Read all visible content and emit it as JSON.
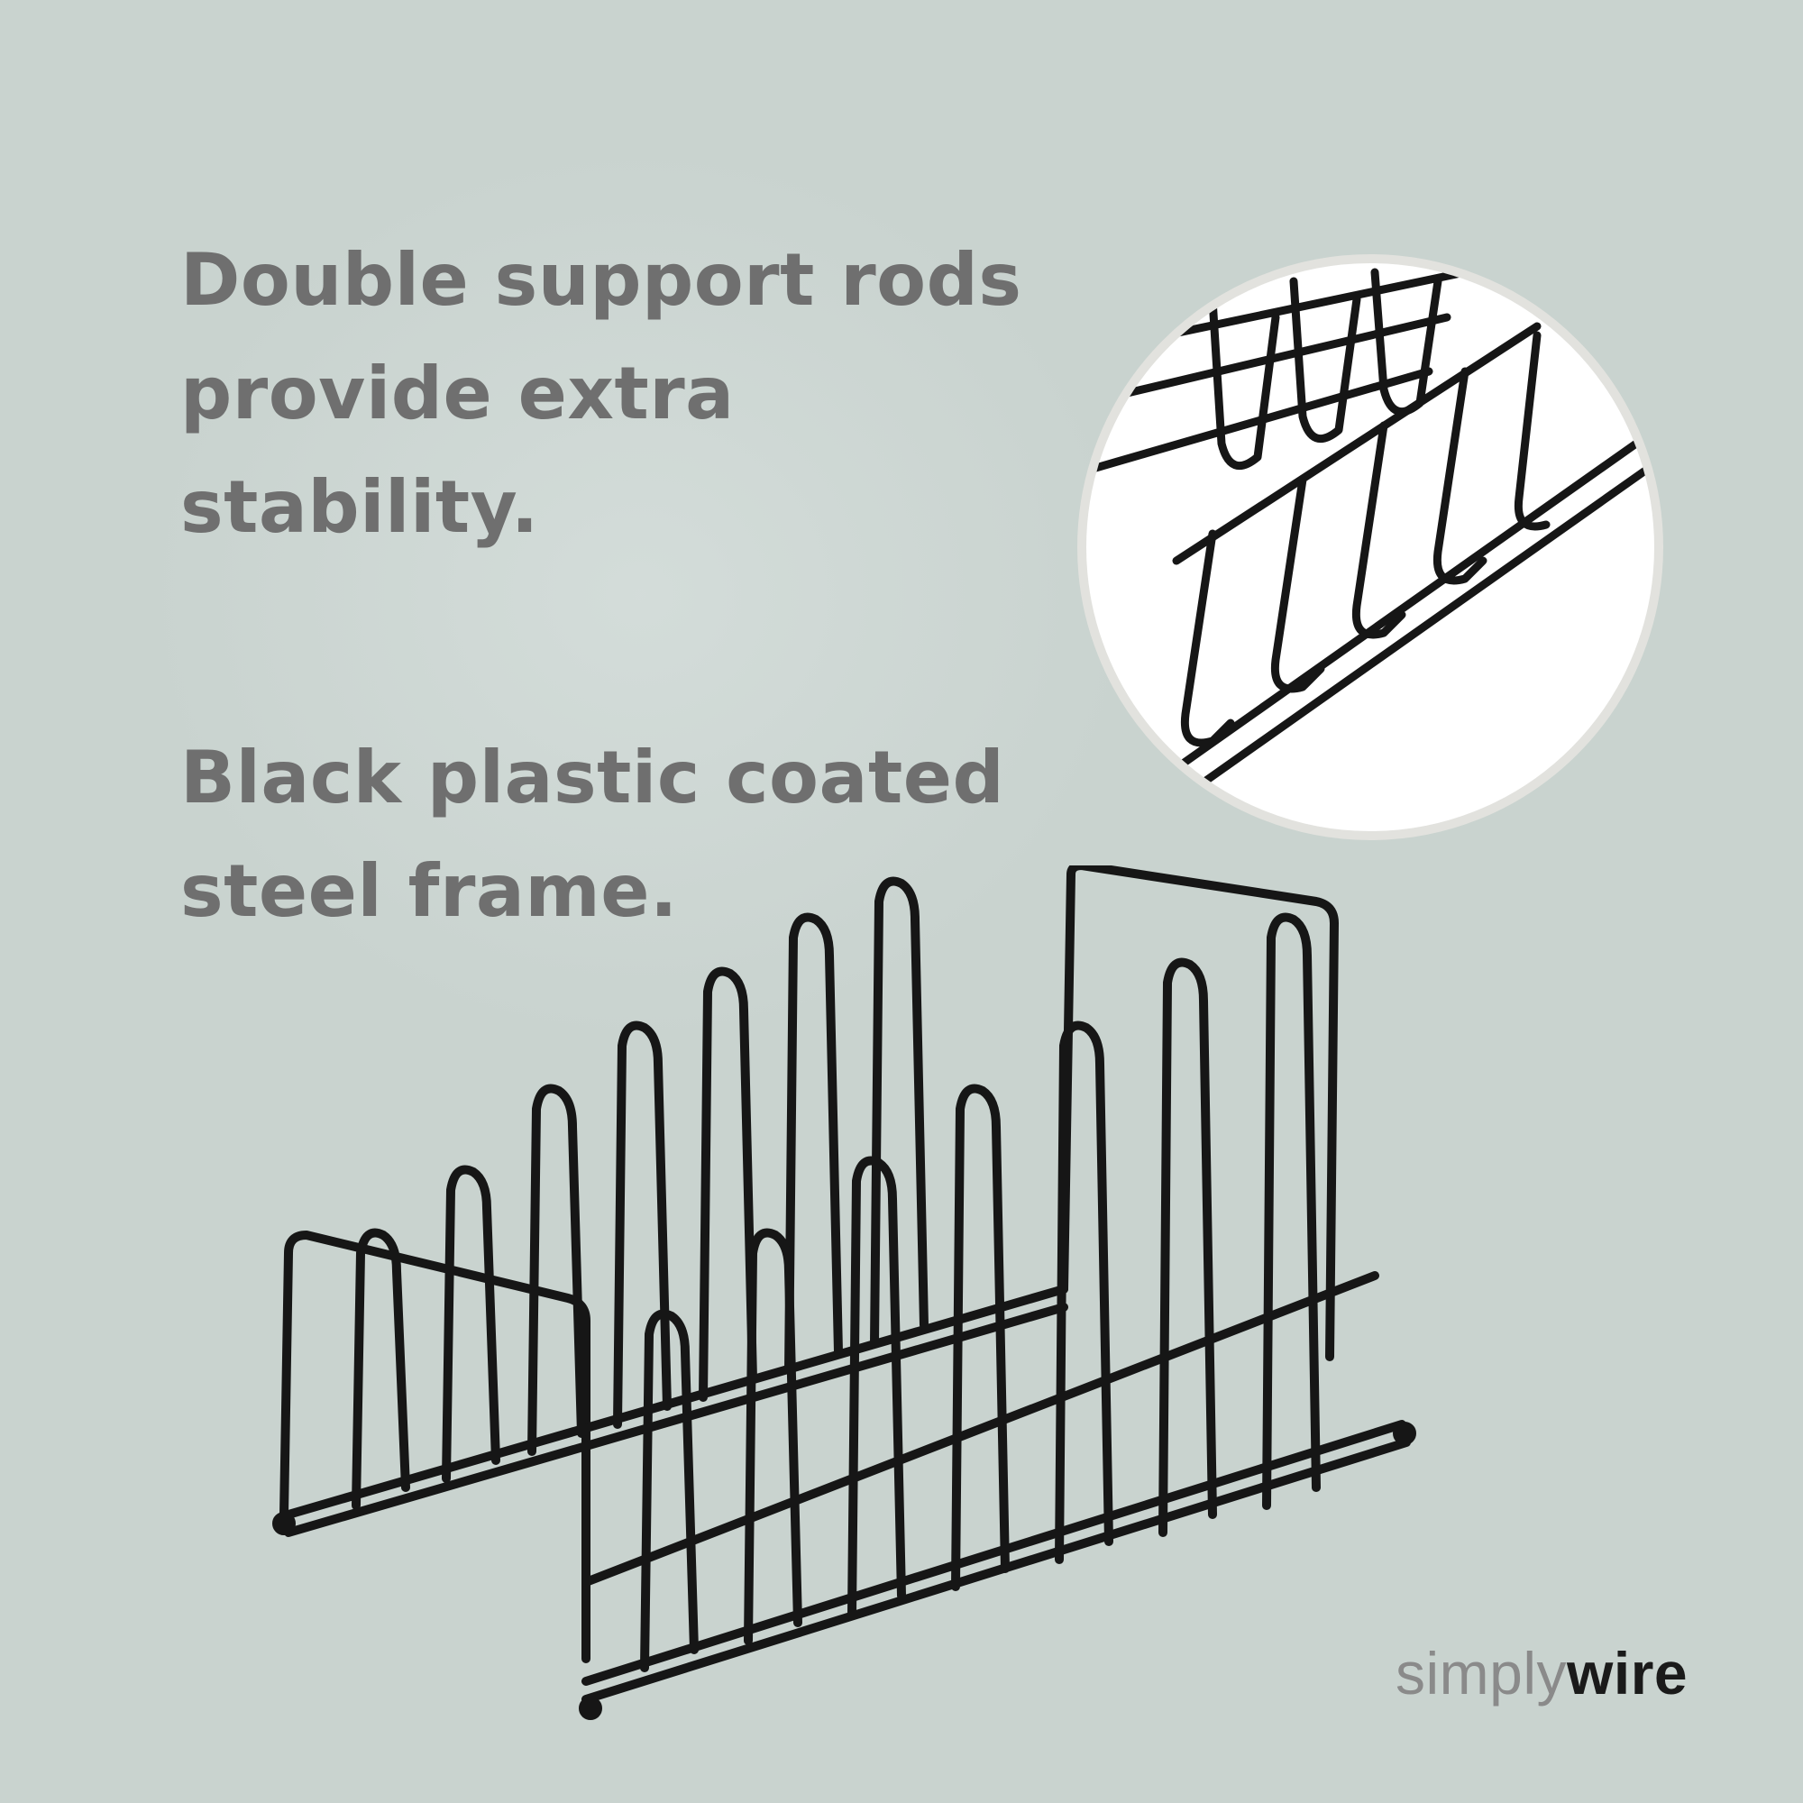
{
  "headlines": {
    "support": "Double support rods\nprovide extra\nstability.",
    "material": "Black plastic coated\nsteel frame."
  },
  "brand": {
    "light_part": "simply",
    "bold_part": "wire"
  },
  "colors": {
    "background": "#c9d3cf",
    "headline_text": "#6f6f6f",
    "wire": "#161616",
    "inset_background": "#ffffff"
  },
  "image": {
    "subject": "black-wire-pan-organizer-rack",
    "inset": "close-up-double-support-rods"
  }
}
